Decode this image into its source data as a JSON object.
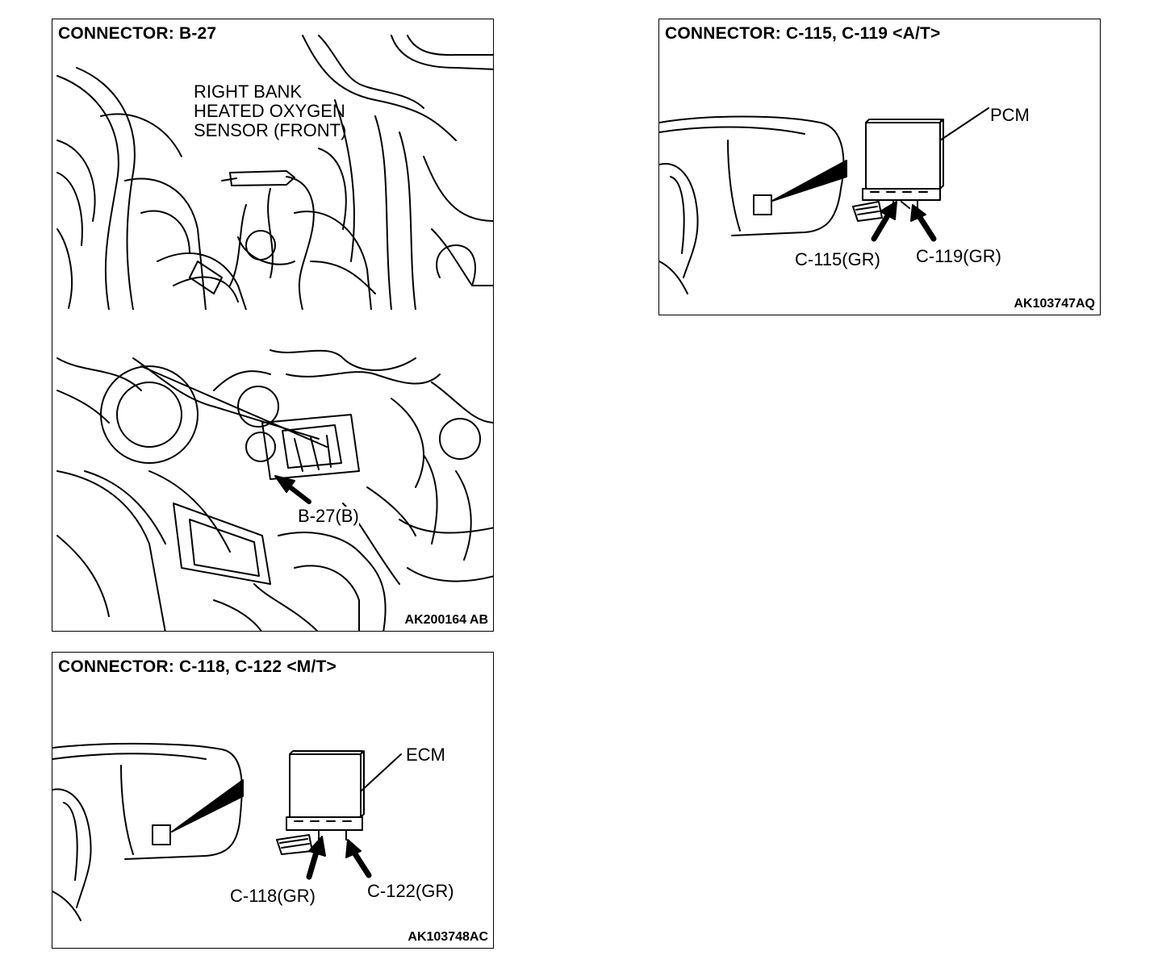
{
  "panels": [
    {
      "title": "CONNECTOR: B-27",
      "code": "AK200164 AB",
      "sensor_label_lines": [
        "RIGHT BANK",
        "HEATED OXYGEN",
        "SENSOR (FRONT)"
      ],
      "connector_label": "B-27(B)"
    },
    {
      "title": "CONNECTOR: C-115, C-119 <A/T>",
      "code": "AK103747AQ",
      "module_label": "PCM",
      "connector_labels": [
        "C-115(GR)",
        "C-119(GR)"
      ]
    },
    {
      "title": "CONNECTOR: C-118, C-122 <M/T>",
      "code": "AK103748AC",
      "module_label": "ECM",
      "connector_labels": [
        "C-118(GR)",
        "C-122(GR)"
      ]
    }
  ]
}
